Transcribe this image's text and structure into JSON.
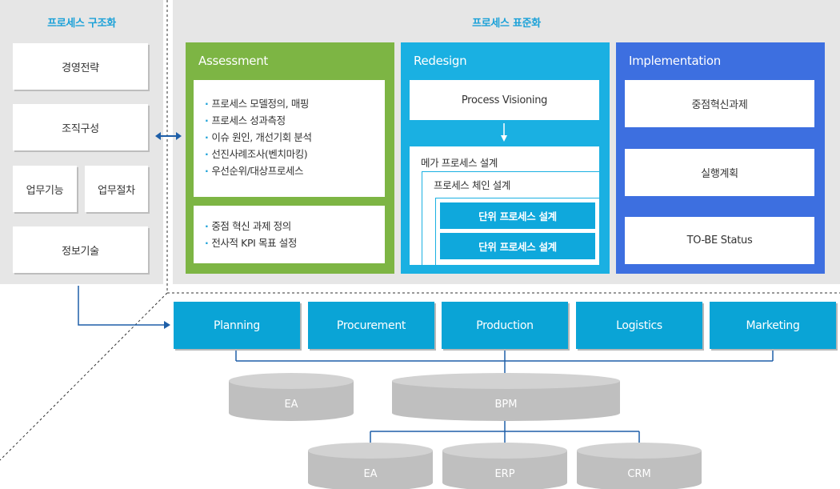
{
  "left_panel": {
    "title": "프로세스 구조화",
    "items": [
      "경영전략",
      "조직구성",
      "업무기능",
      "업무절차",
      "정보기술"
    ]
  },
  "right_panel": {
    "title": "프로세스 표준화",
    "assessment": {
      "title": "Assessment",
      "list1": [
        "프로세스 모델정의, 매핑",
        "프로세스 성과측정",
        "이슈 원인, 개선기회 분석",
        "선진사례조사(벤치마킹)",
        "우선순위/대상프로세스"
      ],
      "list2": [
        "중점 혁신 과제 정의",
        "전사적 KPI 목표 설정"
      ]
    },
    "redesign": {
      "title": "Redesign",
      "visioning": "Process Visioning",
      "mega": "메가 프로세스 설계",
      "chain": "프로세스 체인 설계",
      "unit1": "단위 프로세스 설계",
      "unit2": "단위 프로세스 설계"
    },
    "implementation": {
      "title": "Implementation",
      "items": [
        "중점혁신과제",
        "실행계획",
        "TO-BE Status"
      ]
    }
  },
  "functions": [
    "Planning",
    "Procurement",
    "Production",
    "Logistics",
    "Marketing"
  ],
  "systems": {
    "tier1": [
      "EA",
      "BPM"
    ],
    "tier2": [
      "EA",
      "ERP",
      "CRM"
    ]
  },
  "colors": {
    "assessment": "#7db544",
    "redesign": "#1ab0e2",
    "implementation": "#3d6fe0",
    "function": "#0aa4d6",
    "title_accent": "#1ba1d8",
    "connector": "#1e5fa8"
  }
}
